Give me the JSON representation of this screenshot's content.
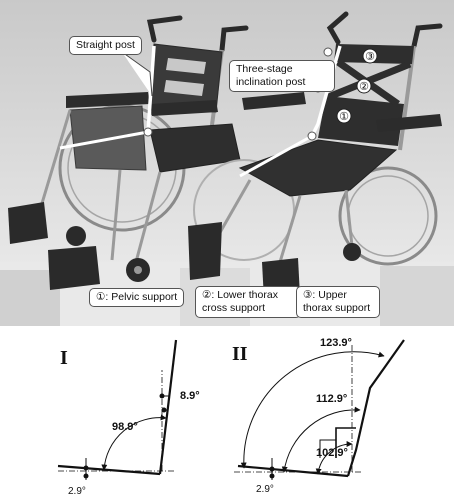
{
  "photo": {
    "labels": {
      "straight_post": "Straight post",
      "three_stage_line1": "Three-stage",
      "three_stage_line2": "inclination post",
      "pelvic": "①: Pelvic support",
      "lower_thorax_line1": "②: Lower thorax",
      "lower_thorax_line2": "cross support",
      "upper_thorax_line1": "③: Upper",
      "upper_thorax_line2": "thorax support"
    },
    "markers": {
      "marker_1": "①",
      "marker_2": "②",
      "marker_3": "③"
    }
  },
  "diagram_I": {
    "title": "I",
    "angle_seat_back": "98.9°",
    "angle_back_tilt": "8.9°",
    "angle_seat_tilt": "2.9°"
  },
  "diagram_II": {
    "title": "II",
    "angle_top": "123.9°",
    "angle_middle": "112.9°",
    "angle_bottom": "102.9°",
    "angle_seat_tilt": "2.9°"
  },
  "colors": {
    "line": "#111111",
    "post_highlight": "#ffffff"
  }
}
